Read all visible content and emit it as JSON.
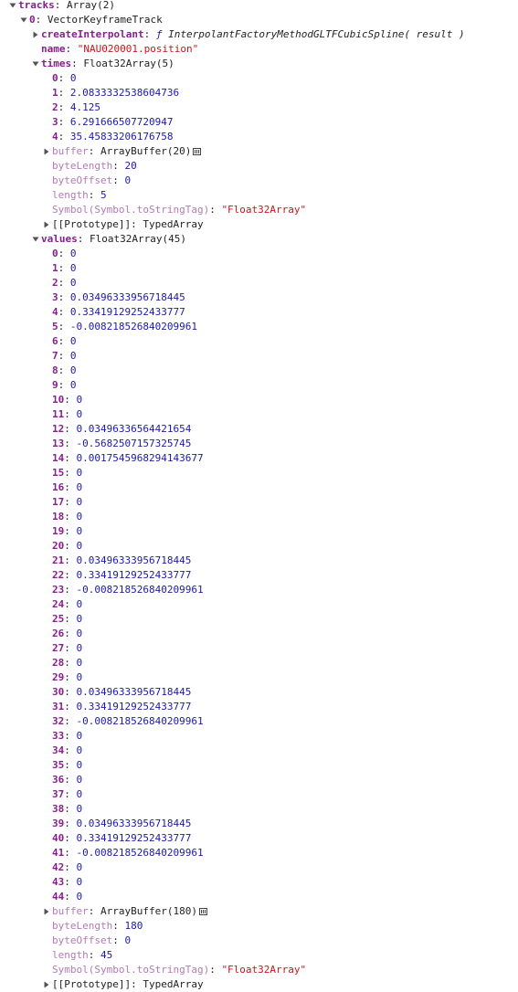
{
  "rows": [
    {
      "depth": 0,
      "toggle": "expanded",
      "key": "tracks",
      "style": "bold",
      "kind": "obj",
      "value": "Array(2)"
    },
    {
      "depth": 1,
      "toggle": "expanded",
      "key": "0",
      "style": "bold",
      "kind": "obj",
      "value": "VectorKeyframeTrack"
    },
    {
      "depth": 2,
      "toggle": "collapsed",
      "key": "createInterpolant",
      "style": "bold",
      "kind": "fn",
      "fnkw": "ƒ",
      "value": "InterpolantFactoryMethodGLTFCubicSpline( result )"
    },
    {
      "depth": 2,
      "toggle": "none",
      "key": "name",
      "style": "bold",
      "kind": "str",
      "value": "\"NAU020001.position\""
    },
    {
      "depth": 2,
      "toggle": "expanded",
      "key": "times",
      "style": "bold",
      "kind": "obj",
      "value": "Float32Array(5)"
    },
    {
      "depth": 3,
      "toggle": "none",
      "key": "0",
      "style": "bold",
      "kind": "num",
      "value": "0"
    },
    {
      "depth": 3,
      "toggle": "none",
      "key": "1",
      "style": "bold",
      "kind": "num",
      "value": "2.0833332538604736"
    },
    {
      "depth": 3,
      "toggle": "none",
      "key": "2",
      "style": "bold",
      "kind": "num",
      "value": "4.125"
    },
    {
      "depth": 3,
      "toggle": "none",
      "key": "3",
      "style": "bold",
      "kind": "num",
      "value": "6.291666507720947"
    },
    {
      "depth": 3,
      "toggle": "none",
      "key": "4",
      "style": "bold",
      "kind": "num",
      "value": "35.45833206176758"
    },
    {
      "depth": 3,
      "toggle": "collapsed",
      "key": "buffer",
      "style": "dim",
      "kind": "buffer",
      "value": "ArrayBuffer(20)"
    },
    {
      "depth": 3,
      "toggle": "none",
      "key": "byteLength",
      "style": "dim",
      "kind": "num",
      "value": "20"
    },
    {
      "depth": 3,
      "toggle": "none",
      "key": "byteOffset",
      "style": "dim",
      "kind": "num",
      "value": "0"
    },
    {
      "depth": 3,
      "toggle": "none",
      "key": "length",
      "style": "dim",
      "kind": "num",
      "value": "5"
    },
    {
      "depth": 3,
      "toggle": "none",
      "key": "Symbol(Symbol.toStringTag)",
      "style": "dim",
      "kind": "str",
      "value": "\"Float32Array\""
    },
    {
      "depth": 3,
      "toggle": "collapsed",
      "key": "[[Prototype]]",
      "style": "plain",
      "kind": "obj",
      "value": "TypedArray"
    },
    {
      "depth": 2,
      "toggle": "expanded",
      "key": "values",
      "style": "bold",
      "kind": "obj",
      "value": "Float32Array(45)"
    },
    {
      "depth": 3,
      "toggle": "none",
      "key": "0",
      "style": "bold",
      "kind": "num",
      "value": "0"
    },
    {
      "depth": 3,
      "toggle": "none",
      "key": "1",
      "style": "bold",
      "kind": "num",
      "value": "0"
    },
    {
      "depth": 3,
      "toggle": "none",
      "key": "2",
      "style": "bold",
      "kind": "num",
      "value": "0"
    },
    {
      "depth": 3,
      "toggle": "none",
      "key": "3",
      "style": "bold",
      "kind": "num",
      "value": "0.03496333956718445"
    },
    {
      "depth": 3,
      "toggle": "none",
      "key": "4",
      "style": "bold",
      "kind": "num",
      "value": "0.33419129252433777"
    },
    {
      "depth": 3,
      "toggle": "none",
      "key": "5",
      "style": "bold",
      "kind": "num",
      "value": "-0.008218526840209961"
    },
    {
      "depth": 3,
      "toggle": "none",
      "key": "6",
      "style": "bold",
      "kind": "num",
      "value": "0"
    },
    {
      "depth": 3,
      "toggle": "none",
      "key": "7",
      "style": "bold",
      "kind": "num",
      "value": "0"
    },
    {
      "depth": 3,
      "toggle": "none",
      "key": "8",
      "style": "bold",
      "kind": "num",
      "value": "0"
    },
    {
      "depth": 3,
      "toggle": "none",
      "key": "9",
      "style": "bold",
      "kind": "num",
      "value": "0"
    },
    {
      "depth": 3,
      "toggle": "none",
      "key": "10",
      "style": "bold",
      "kind": "num",
      "value": "0"
    },
    {
      "depth": 3,
      "toggle": "none",
      "key": "11",
      "style": "bold",
      "kind": "num",
      "value": "0"
    },
    {
      "depth": 3,
      "toggle": "none",
      "key": "12",
      "style": "bold",
      "kind": "num",
      "value": "0.03496336564421654"
    },
    {
      "depth": 3,
      "toggle": "none",
      "key": "13",
      "style": "bold",
      "kind": "num",
      "value": "-0.5682507157325745"
    },
    {
      "depth": 3,
      "toggle": "none",
      "key": "14",
      "style": "bold",
      "kind": "num",
      "value": "0.0017545968294143677"
    },
    {
      "depth": 3,
      "toggle": "none",
      "key": "15",
      "style": "bold",
      "kind": "num",
      "value": "0"
    },
    {
      "depth": 3,
      "toggle": "none",
      "key": "16",
      "style": "bold",
      "kind": "num",
      "value": "0"
    },
    {
      "depth": 3,
      "toggle": "none",
      "key": "17",
      "style": "bold",
      "kind": "num",
      "value": "0"
    },
    {
      "depth": 3,
      "toggle": "none",
      "key": "18",
      "style": "bold",
      "kind": "num",
      "value": "0"
    },
    {
      "depth": 3,
      "toggle": "none",
      "key": "19",
      "style": "bold",
      "kind": "num",
      "value": "0"
    },
    {
      "depth": 3,
      "toggle": "none",
      "key": "20",
      "style": "bold",
      "kind": "num",
      "value": "0"
    },
    {
      "depth": 3,
      "toggle": "none",
      "key": "21",
      "style": "bold",
      "kind": "num",
      "value": "0.03496333956718445"
    },
    {
      "depth": 3,
      "toggle": "none",
      "key": "22",
      "style": "bold",
      "kind": "num",
      "value": "0.33419129252433777"
    },
    {
      "depth": 3,
      "toggle": "none",
      "key": "23",
      "style": "bold",
      "kind": "num",
      "value": "-0.008218526840209961"
    },
    {
      "depth": 3,
      "toggle": "none",
      "key": "24",
      "style": "bold",
      "kind": "num",
      "value": "0"
    },
    {
      "depth": 3,
      "toggle": "none",
      "key": "25",
      "style": "bold",
      "kind": "num",
      "value": "0"
    },
    {
      "depth": 3,
      "toggle": "none",
      "key": "26",
      "style": "bold",
      "kind": "num",
      "value": "0"
    },
    {
      "depth": 3,
      "toggle": "none",
      "key": "27",
      "style": "bold",
      "kind": "num",
      "value": "0"
    },
    {
      "depth": 3,
      "toggle": "none",
      "key": "28",
      "style": "bold",
      "kind": "num",
      "value": "0"
    },
    {
      "depth": 3,
      "toggle": "none",
      "key": "29",
      "style": "bold",
      "kind": "num",
      "value": "0"
    },
    {
      "depth": 3,
      "toggle": "none",
      "key": "30",
      "style": "bold",
      "kind": "num",
      "value": "0.03496333956718445"
    },
    {
      "depth": 3,
      "toggle": "none",
      "key": "31",
      "style": "bold",
      "kind": "num",
      "value": "0.33419129252433777"
    },
    {
      "depth": 3,
      "toggle": "none",
      "key": "32",
      "style": "bold",
      "kind": "num",
      "value": "-0.008218526840209961"
    },
    {
      "depth": 3,
      "toggle": "none",
      "key": "33",
      "style": "bold",
      "kind": "num",
      "value": "0"
    },
    {
      "depth": 3,
      "toggle": "none",
      "key": "34",
      "style": "bold",
      "kind": "num",
      "value": "0"
    },
    {
      "depth": 3,
      "toggle": "none",
      "key": "35",
      "style": "bold",
      "kind": "num",
      "value": "0"
    },
    {
      "depth": 3,
      "toggle": "none",
      "key": "36",
      "style": "bold",
      "kind": "num",
      "value": "0"
    },
    {
      "depth": 3,
      "toggle": "none",
      "key": "37",
      "style": "bold",
      "kind": "num",
      "value": "0"
    },
    {
      "depth": 3,
      "toggle": "none",
      "key": "38",
      "style": "bold",
      "kind": "num",
      "value": "0"
    },
    {
      "depth": 3,
      "toggle": "none",
      "key": "39",
      "style": "bold",
      "kind": "num",
      "value": "0.03496333956718445"
    },
    {
      "depth": 3,
      "toggle": "none",
      "key": "40",
      "style": "bold",
      "kind": "num",
      "value": "0.33419129252433777"
    },
    {
      "depth": 3,
      "toggle": "none",
      "key": "41",
      "style": "bold",
      "kind": "num",
      "value": "-0.008218526840209961"
    },
    {
      "depth": 3,
      "toggle": "none",
      "key": "42",
      "style": "bold",
      "kind": "num",
      "value": "0"
    },
    {
      "depth": 3,
      "toggle": "none",
      "key": "43",
      "style": "bold",
      "kind": "num",
      "value": "0"
    },
    {
      "depth": 3,
      "toggle": "none",
      "key": "44",
      "style": "bold",
      "kind": "num",
      "value": "0"
    },
    {
      "depth": 3,
      "toggle": "collapsed",
      "key": "buffer",
      "style": "dim",
      "kind": "buffer",
      "value": "ArrayBuffer(180)"
    },
    {
      "depth": 3,
      "toggle": "none",
      "key": "byteLength",
      "style": "dim",
      "kind": "num",
      "value": "180"
    },
    {
      "depth": 3,
      "toggle": "none",
      "key": "byteOffset",
      "style": "dim",
      "kind": "num",
      "value": "0"
    },
    {
      "depth": 3,
      "toggle": "none",
      "key": "length",
      "style": "dim",
      "kind": "num",
      "value": "45"
    },
    {
      "depth": 3,
      "toggle": "none",
      "key": "Symbol(Symbol.toStringTag)",
      "style": "dim",
      "kind": "str",
      "value": "\"Float32Array\""
    },
    {
      "depth": 3,
      "toggle": "collapsed",
      "key": "[[Prototype]]",
      "style": "plain",
      "kind": "obj",
      "value": "TypedArray"
    }
  ],
  "colors": {
    "key": "#8a1c8f",
    "key_dim": "#b37ab6",
    "number": "#1c1aa6",
    "string": "#c4161c",
    "text": "#222222",
    "triangle": "#555555"
  },
  "icons": {
    "expanded": "triangle-down-icon",
    "collapsed": "triangle-right-icon",
    "buffer": "memory-inspector-icon"
  }
}
